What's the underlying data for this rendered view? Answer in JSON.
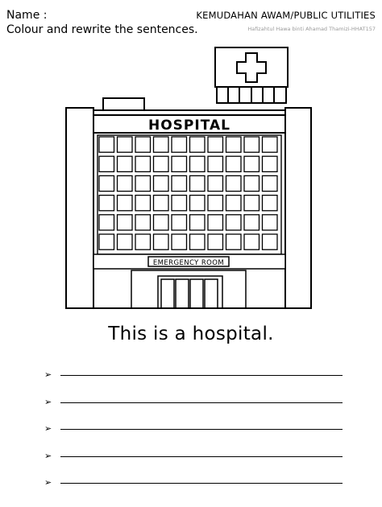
{
  "header": {
    "name_label": "Name  :",
    "instruction": "Colour and rewrite the sentences.",
    "topic": "KEMUDAHAN AWAM/PUBLIC UTILITIES",
    "author": "Hafizahtul Hawa binti Ahamad Thamizi-HHAT157"
  },
  "illustration": {
    "sign_text": "HOSPITAL",
    "emergency_text": "EMERGENCY ROOM",
    "icon": "hospital-cross-icon"
  },
  "sentence": "This is a hospital.",
  "writing_lines": [
    {
      "bullet": "➢"
    },
    {
      "bullet": "➢"
    },
    {
      "bullet": "➢"
    },
    {
      "bullet": "➢"
    },
    {
      "bullet": "➢"
    }
  ]
}
